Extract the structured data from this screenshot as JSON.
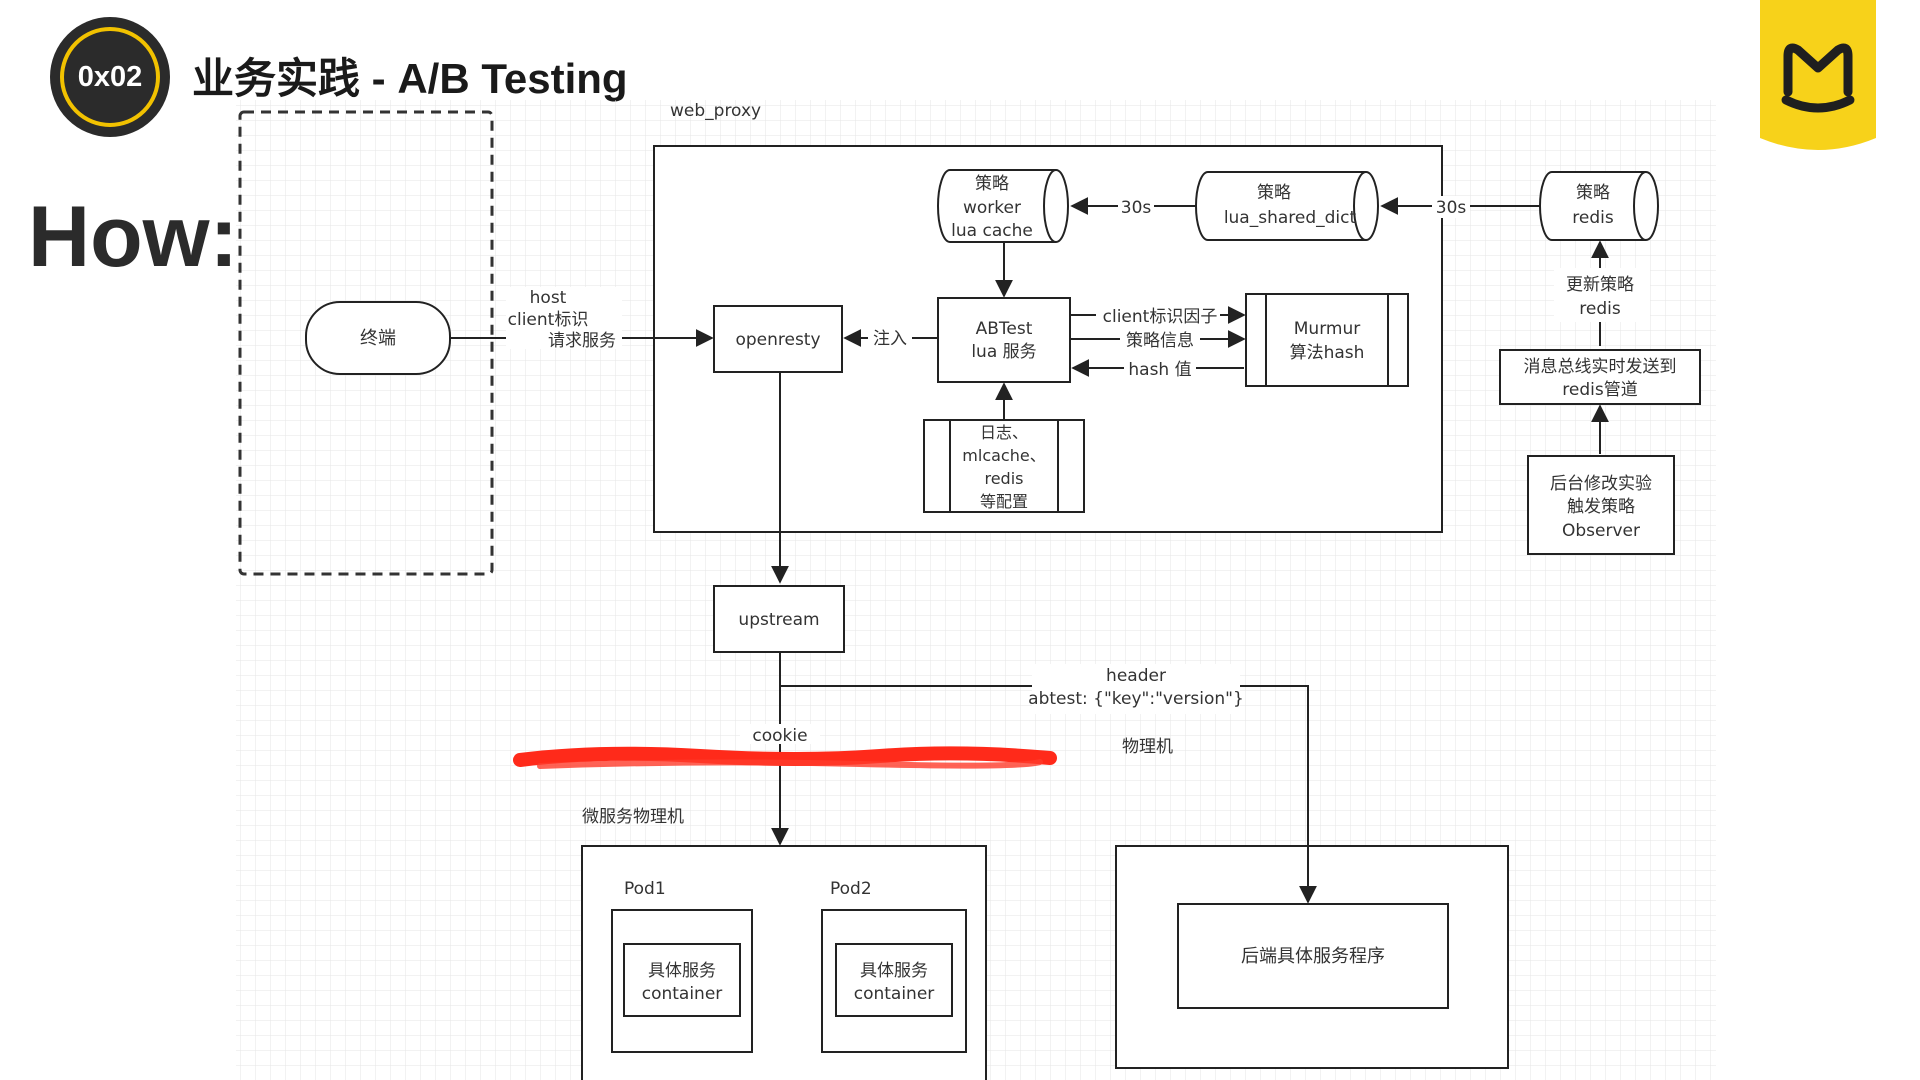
{
  "header": {
    "badge": "0x02",
    "title": "业务实践 - A/B Testing",
    "how": "How:"
  },
  "brand": {
    "logo_icon": "yellow-m-mark",
    "color": "#f7d21a"
  },
  "colors": {
    "grid": "#eaeaea",
    "ink": "#222222",
    "highlight": "#ff2a1a"
  },
  "diagram": {
    "web_proxy_label": "web_proxy",
    "terminal": "终端",
    "host_label": {
      "line1": "host",
      "line2": "client标识",
      "line3": "请求服务"
    },
    "openresty": "openresty",
    "inject_label": "注入",
    "abtest": {
      "line1": "ABTest",
      "line2": "lua 服务"
    },
    "worker_cache": {
      "line1": "策略",
      "line2": "worker",
      "line3": "lua cache"
    },
    "shared_dict": {
      "line1": "策略",
      "line2": "lua_shared_dict"
    },
    "redis_store": {
      "line1": "策略",
      "line2": "redis"
    },
    "interval_1": "30s",
    "interval_2": "30s",
    "murmur": {
      "line1": "Murmur",
      "line2": "算法hash"
    },
    "client_factor": "client标识因子",
    "strategy_info": "策略信息",
    "hash_value": "hash 值",
    "config": {
      "line1": "日志、",
      "line2": "mlcache、",
      "line3": "redis",
      "line4": "等配置"
    },
    "update_redis": {
      "line1": "更新策略",
      "line2": "redis"
    },
    "message_bus": {
      "line1": "消息总线实时发送到",
      "line2": "redis管道"
    },
    "observer": {
      "line1": "后台修改实验",
      "line2": "触发策略",
      "line3": "Observer"
    },
    "upstream": "upstream",
    "header_label": {
      "line1": "header",
      "line2": "abtest: {\"key\":\"version\"}"
    },
    "cookie": "cookie",
    "physical_machine": "物理机",
    "micro_physical": "微服务物理机",
    "pod1": "Pod1",
    "pod2": "Pod2",
    "service1": {
      "line1": "具体服务",
      "line2": "container"
    },
    "service2": {
      "line1": "具体服务",
      "line2": "container"
    },
    "backend_service": "后端具体服务程序"
  }
}
